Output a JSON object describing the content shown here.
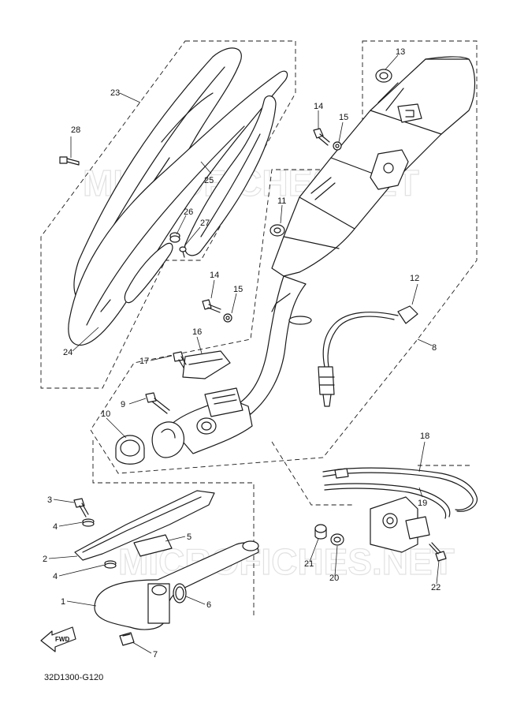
{
  "diagram": {
    "code": "32D1300-G120",
    "watermark": "MICROFICHES.NET",
    "fwd_label": "FWD",
    "callouts": {
      "c1": "1",
      "c2": "2",
      "c3": "3",
      "c4a": "4",
      "c4b": "4",
      "c5": "5",
      "c6": "6",
      "c7": "7",
      "c8": "8",
      "c9": "9",
      "c10": "10",
      "c11": "11",
      "c12": "12",
      "c13": "13",
      "c14a": "14",
      "c14b": "14",
      "c15a": "15",
      "c15b": "15",
      "c16": "16",
      "c17": "17",
      "c18": "18",
      "c19": "19",
      "c20": "20",
      "c21": "21",
      "c22": "22",
      "c23": "23",
      "c24": "24",
      "c25": "25",
      "c26": "26",
      "c27": "27",
      "c28": "28"
    }
  }
}
